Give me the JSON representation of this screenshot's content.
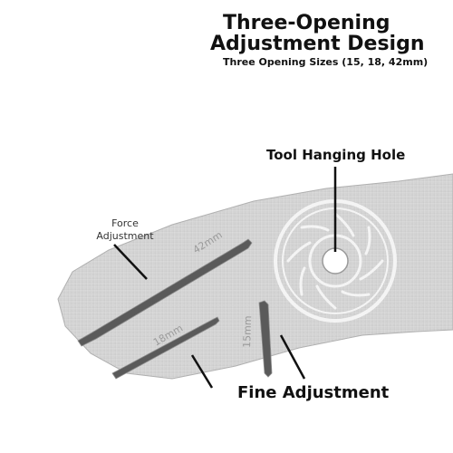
{
  "header": {
    "title_line1": "Three-Opening",
    "title_line2": "Adjustment Design",
    "subtitle": "Three Opening Sizes (15, 18, 42mm)"
  },
  "callouts": {
    "hanging_hole": "Tool Hanging Hole",
    "force_adjustment_line1": "Force",
    "force_adjustment_line2": "Adjustment",
    "fine_adjustment": "Fine Adjustment"
  },
  "engravings": {
    "slot_large": "42mm",
    "slot_medium": "18mm",
    "slot_small": "15mm"
  },
  "colors": {
    "metal_light": "#d9d9d9",
    "metal_dark": "#b8b8b8",
    "slot_fill": "#5a5a5a",
    "text": "#111111"
  },
  "icons": {
    "rotor_emblem": "brake-rotor-icon"
  }
}
